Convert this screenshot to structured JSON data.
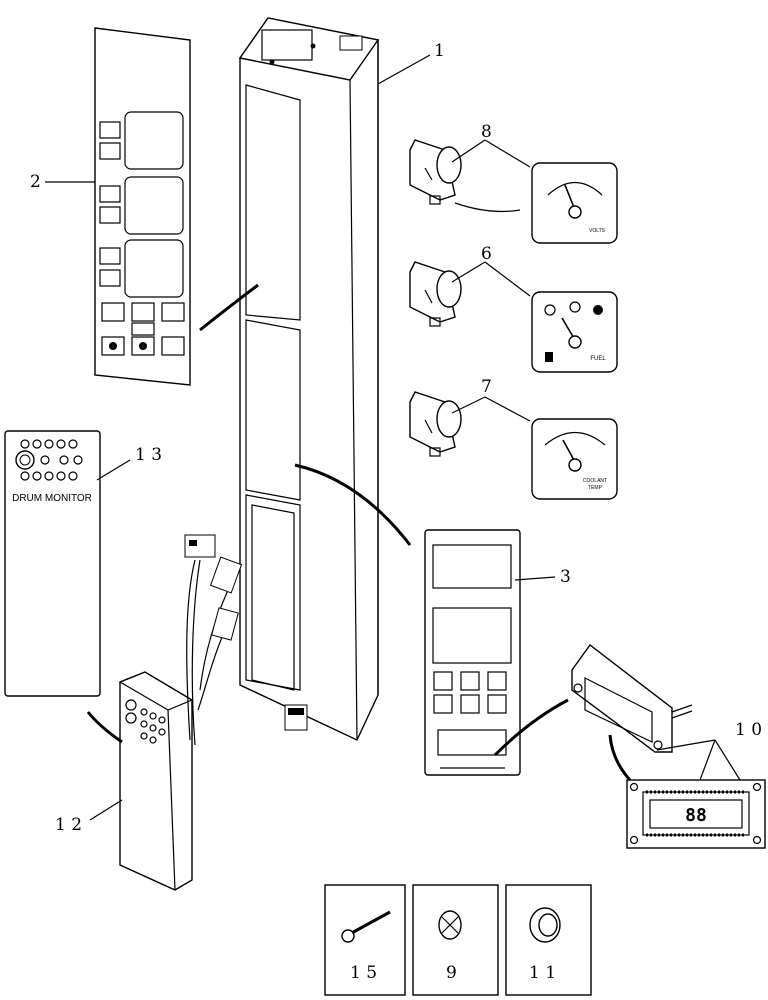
{
  "callouts": {
    "c1": "1",
    "c2": "2",
    "c3": "3",
    "c6": "6",
    "c7": "7",
    "c8": "8",
    "c9": "9",
    "c10": "1 0",
    "c11": "1 1",
    "c12": "1 2",
    "c13": "1 3",
    "c15": "1 5"
  },
  "panel_labels": {
    "drum_monitor": "DRUM MONITOR",
    "volts": "VOLTS",
    "fuel": "FUEL",
    "coolant_temp_1": "COOLANT",
    "coolant_temp_2": "TEMP",
    "digital_readout": "88"
  }
}
